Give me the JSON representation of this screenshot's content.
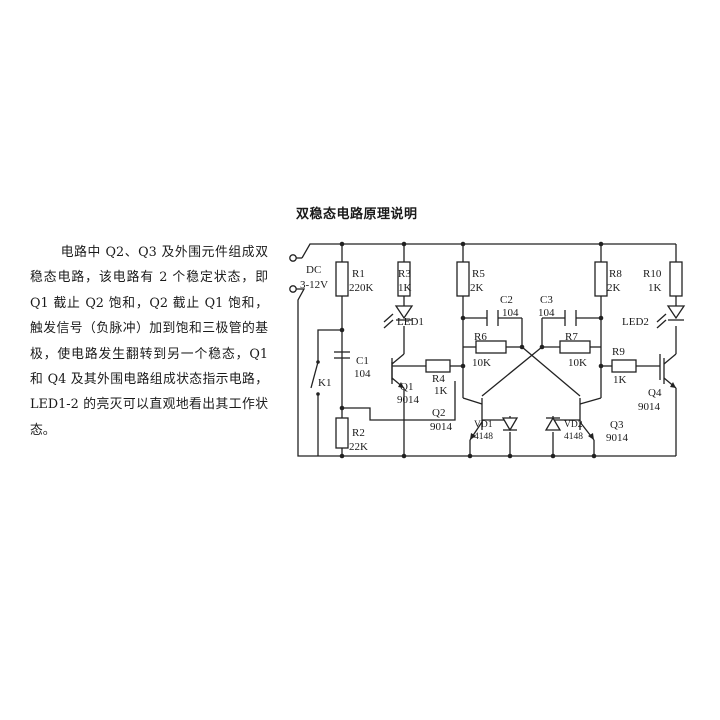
{
  "title": "双稳态电路原理说明",
  "description": "电路中 Q2、Q3 及外围元件组成双稳态电路，该电路有 2 个稳定状态，即 Q1 截止 Q2 饱和，Q2 截止 Q1 饱和，触发信号（负脉冲）加到饱和三极管的基极，使电路发生翻转到另一个稳态，Q1 和 Q4 及其外围电路组成状态指示电路，LED1-2 的亮灭可以直观地看出其工作状态。",
  "circuit": {
    "power": {
      "label": "DC",
      "voltage": "3-12V"
    },
    "switch": "K1",
    "resistors": [
      {
        "name": "R1",
        "value": "220K"
      },
      {
        "name": "R2",
        "value": "22K"
      },
      {
        "name": "R3",
        "value": "1K"
      },
      {
        "name": "R4",
        "value": "1K"
      },
      {
        "name": "R5",
        "value": "2K"
      },
      {
        "name": "R6",
        "value": "10K"
      },
      {
        "name": "R7",
        "value": "10K"
      },
      {
        "name": "R8",
        "value": "2K"
      },
      {
        "name": "R9",
        "value": "1K"
      },
      {
        "name": "R10",
        "value": "1K"
      }
    ],
    "capacitors": [
      {
        "name": "C1",
        "value": "104"
      },
      {
        "name": "C2",
        "value": "104"
      },
      {
        "name": "C3",
        "value": "104"
      }
    ],
    "leds": [
      {
        "name": "LED1"
      },
      {
        "name": "LED2"
      }
    ],
    "transistors": [
      {
        "name": "Q1",
        "model": "9014"
      },
      {
        "name": "Q2",
        "model": "9014"
      },
      {
        "name": "Q3",
        "model": "9014"
      },
      {
        "name": "Q4",
        "model": "9014"
      }
    ],
    "diodes": [
      {
        "name": "VD1",
        "model": "4148"
      },
      {
        "name": "VD2",
        "model": "4148"
      }
    ]
  }
}
